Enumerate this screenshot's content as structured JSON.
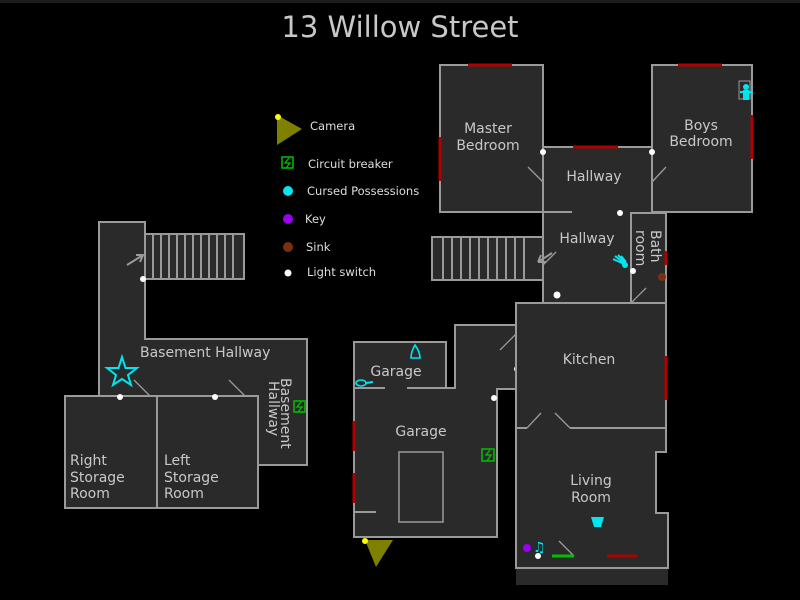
{
  "title": "13 Willow Street",
  "legend": {
    "camera": "Camera",
    "circuit_breaker": "Circuit breaker",
    "cursed_possessions": "Cursed Possessions",
    "key": "Key",
    "sink": "Sink",
    "light_switch": "Light switch"
  },
  "rooms": {
    "master_bedroom": [
      "Master",
      "Bedroom"
    ],
    "boys_bedroom": [
      "Boys",
      "Bedroom"
    ],
    "hallway_upper": "Hallway",
    "hallway": "Hallway",
    "bathroom": [
      "Bath",
      "room"
    ],
    "kitchen": "Kitchen",
    "living_room": [
      "Living",
      "Room"
    ],
    "garage_small": "Garage",
    "garage": "Garage",
    "basement_hallway": "Basement Hallway",
    "basement_hallway_side": [
      "Basement",
      "Hallway"
    ],
    "right_storage": [
      "Right",
      "Storage",
      "Room"
    ],
    "left_storage": [
      "Left",
      "Storage",
      "Room"
    ]
  },
  "colors": {
    "camera": "#808000",
    "circuit_breaker": "#00c000",
    "cursed": "#00e5ee",
    "key": "#9900ee",
    "sink": "#7a3010",
    "window": "#b00000"
  }
}
